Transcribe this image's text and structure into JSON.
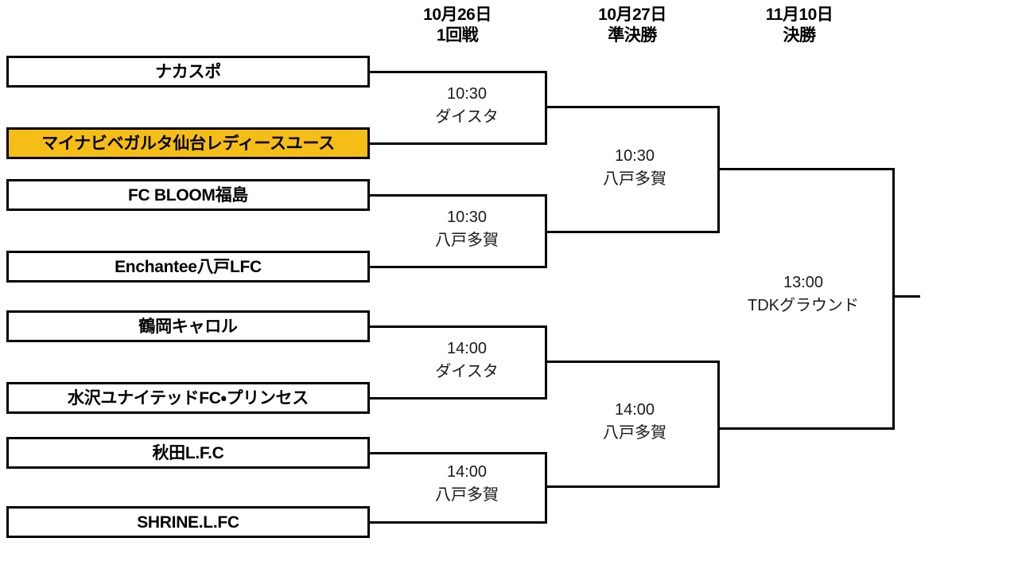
{
  "tournament": {
    "rounds": [
      {
        "date": "10月26日",
        "name": "1回戦"
      },
      {
        "date": "10月27日",
        "name": "準決勝"
      },
      {
        "date": "11月10日",
        "name": "決勝"
      }
    ],
    "teams": [
      {
        "name": "ナカスポ",
        "highlighted": false
      },
      {
        "name": "マイナビベガルタ仙台レディースユース",
        "highlighted": true
      },
      {
        "name": "FC BLOOM福島",
        "highlighted": false
      },
      {
        "name": "Enchantee八戸LFC",
        "highlighted": false
      },
      {
        "name": "鶴岡キャロル",
        "highlighted": false
      },
      {
        "name": "水沢ユナイテッドFC・プリンセス",
        "highlighted": false
      },
      {
        "name": "秋田L.F.C",
        "highlighted": false
      },
      {
        "name": "SHRINE.L.FC",
        "highlighted": false
      }
    ],
    "matches": {
      "round1": [
        {
          "time": "10:30",
          "venue": "ダイスタ"
        },
        {
          "time": "10:30",
          "venue": "八戸多賀"
        },
        {
          "time": "14:00",
          "venue": "ダイスタ"
        },
        {
          "time": "14:00",
          "venue": "八戸多賀"
        }
      ],
      "semifinal": [
        {
          "time": "10:30",
          "venue": "八戸多賀"
        },
        {
          "time": "14:00",
          "venue": "八戸多賀"
        }
      ],
      "final": [
        {
          "time": "13:00",
          "venue": "TDKグラウンド"
        }
      ]
    },
    "colors": {
      "highlight": "#F5BE16",
      "line": "#000000",
      "background": "#FFFFFF"
    }
  }
}
